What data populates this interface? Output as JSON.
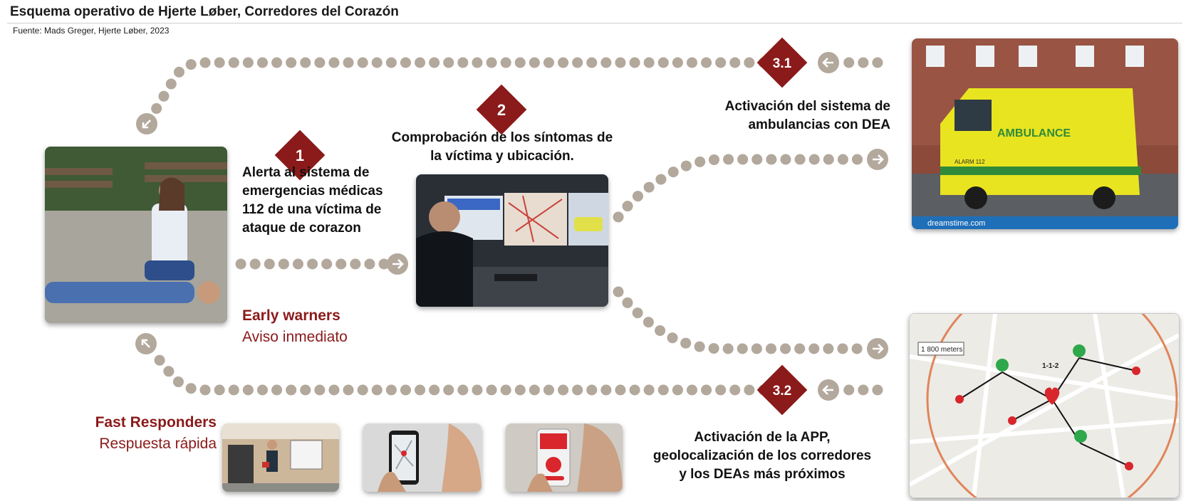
{
  "header": {
    "title": "Esquema operativo de Hjerte Løber, Corredores del Corazón",
    "source": "Fuente: Mads Greger, Hjerte Løber, 2023"
  },
  "steps": {
    "s1": {
      "number": "1",
      "lines": [
        "Alerta al sistema de",
        "emergencias médicas",
        "112 de una víctima de",
        "ataque de corazon"
      ]
    },
    "s2": {
      "number": "2",
      "lines": [
        "Comprobación de los síntomas de",
        "la víctima y ubicación."
      ]
    },
    "s31": {
      "number": "3.1",
      "lines": [
        "Activación del sistema de",
        "ambulancias con DEA"
      ]
    },
    "s32": {
      "number": "3.2",
      "lines": [
        "Activación de la APP,",
        "geolocalización de los corredores",
        "y los DEAs más próximos"
      ]
    }
  },
  "labels": {
    "early_title": "Early warners",
    "early_sub": "Aviso inmediato",
    "fast_title": "Fast Responders",
    "fast_sub": "Respuesta rápida"
  },
  "photos": {
    "ambulance_text": "AMBULANCE",
    "ambulance_alarm": "ALARM 112",
    "ambulance_watermark": "dreamstime.com",
    "map_distance": "1 800 meters",
    "map_code": "1-1-2"
  },
  "colors": {
    "accent_red": "#8b1a1a",
    "dot_gray": "#b3a89c"
  }
}
